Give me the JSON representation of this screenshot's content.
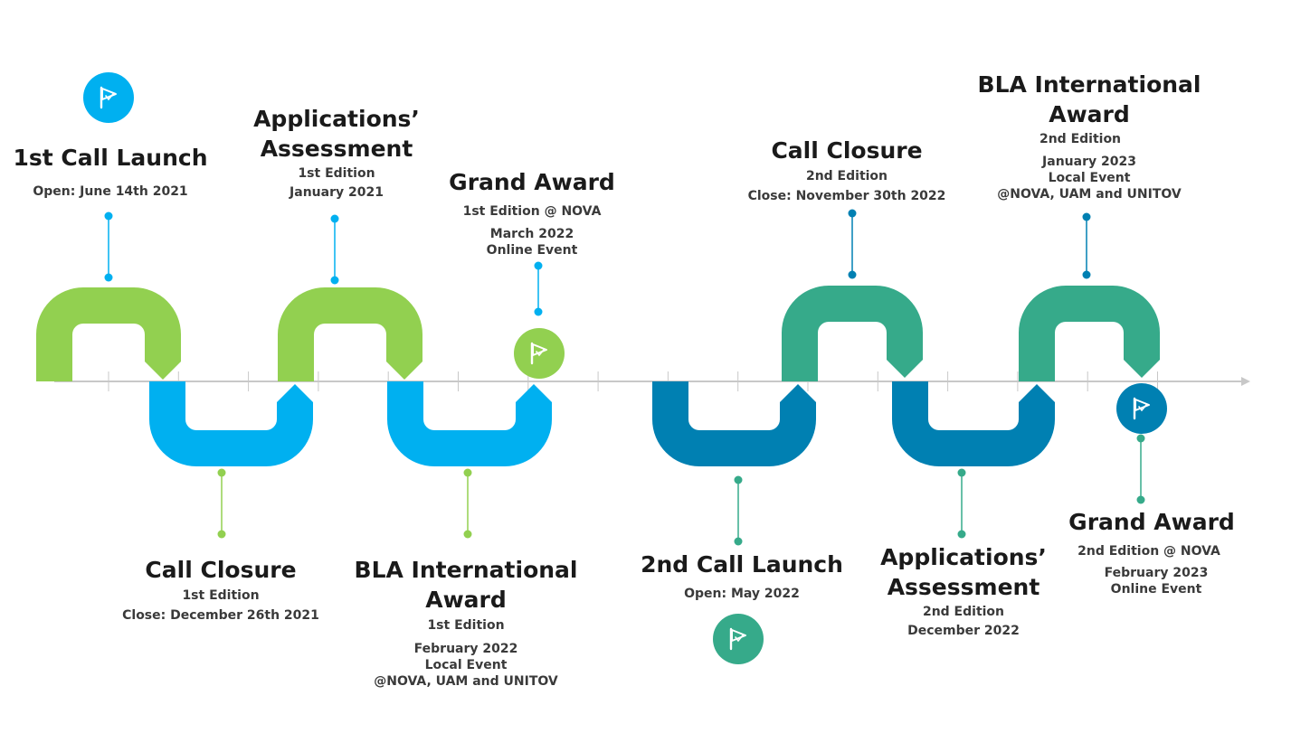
{
  "colors": {
    "green": "#92D050",
    "light_blue": "#00B0F0",
    "dark_blue": "#0080B2",
    "teal": "#36AA8A",
    "axis": "#C8C8C8"
  },
  "milestones": [
    {
      "id": "first-call-launch",
      "title_lines": [
        "1st Call Launch"
      ],
      "detail_lines": [
        "Open: June 14th 2021"
      ]
    },
    {
      "id": "first-call-closure",
      "title_lines": [
        "Call Closure"
      ],
      "detail_lines": [
        "1st Edition",
        "Close: December 26th 2021"
      ]
    },
    {
      "id": "first-applications-assessment",
      "title_lines": [
        "Applications’",
        "Assessment"
      ],
      "detail_lines": [
        "1st Edition",
        "January 2021"
      ]
    },
    {
      "id": "first-bla-international-award",
      "title_lines": [
        "BLA International",
        "Award"
      ],
      "detail_lines": [
        "1st Edition",
        "February 2022",
        "Local Event",
        "@NOVA, UAM and UNITOV"
      ]
    },
    {
      "id": "first-grand-award",
      "title_lines": [
        "Grand Award"
      ],
      "detail_lines": [
        "1st Edition @ NOVA",
        "March 2022",
        "Online Event"
      ]
    },
    {
      "id": "second-call-launch",
      "title_lines": [
        "2nd Call Launch"
      ],
      "detail_lines": [
        "Open: May 2022"
      ]
    },
    {
      "id": "second-call-closure",
      "title_lines": [
        "Call Closure"
      ],
      "detail_lines": [
        "2nd Edition",
        "Close: November 30th 2022"
      ]
    },
    {
      "id": "second-applications-assessment",
      "title_lines": [
        "Applications’",
        "Assessment"
      ],
      "detail_lines": [
        "2nd Edition",
        "December 2022"
      ]
    },
    {
      "id": "second-bla-international-award",
      "title_lines": [
        "BLA International",
        "Award"
      ],
      "detail_lines": [
        "2nd Edition",
        "January 2023",
        "Local Event",
        "@NOVA, UAM and UNITOV"
      ]
    },
    {
      "id": "second-grand-award",
      "title_lines": [
        "Grand Award"
      ],
      "detail_lines": [
        "2nd Edition @ NOVA",
        "February 2023",
        "Online Event"
      ]
    }
  ],
  "flag_icons": [
    {
      "id": "flag-first-call-launch",
      "icon": "flag-icon",
      "color": "#00B0F0"
    },
    {
      "id": "flag-first-grand-award",
      "icon": "flag-icon",
      "color": "#92D050"
    },
    {
      "id": "flag-second-call-launch",
      "icon": "flag-icon",
      "color": "#36AA8A"
    },
    {
      "id": "flag-second-grand-award",
      "icon": "flag-icon",
      "color": "#0080B2"
    }
  ]
}
